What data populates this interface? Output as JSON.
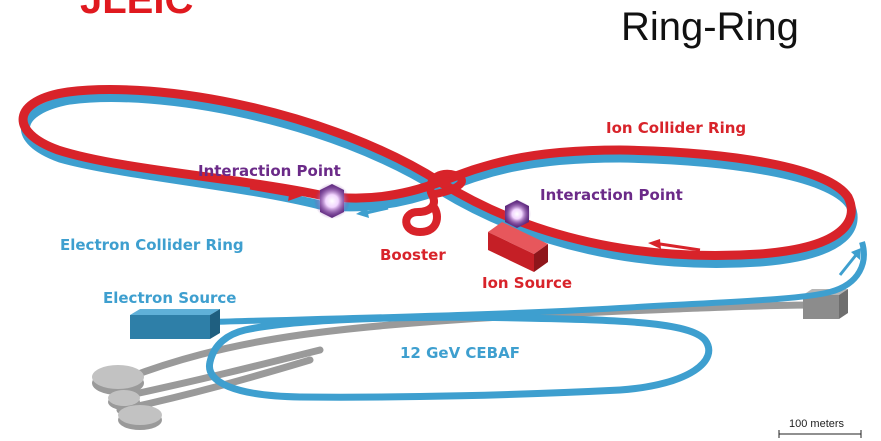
{
  "title": {
    "main": "JLEIC",
    "sub": "Ring-Ring"
  },
  "labels": {
    "ion_collider_ring": "Ion Collider Ring",
    "interaction_point_1": "Interaction Point",
    "interaction_point_2": "Interaction Point",
    "electron_collider_ring": "Electron Collider Ring",
    "booster": "Booster",
    "ion_source": "Ion Source",
    "electron_source": "Electron Source",
    "cebaf": "12 GeV CEBAF",
    "scale": "100 meters"
  },
  "colors": {
    "ion": "#d8232a",
    "electron": "#3e9fcf",
    "interaction": "#6b2a88",
    "cebaf_label": "#3e9fcf",
    "gray": "#9a9a9a"
  },
  "icons": [
    "interaction-point-icon",
    "flow-arrow-icon"
  ]
}
